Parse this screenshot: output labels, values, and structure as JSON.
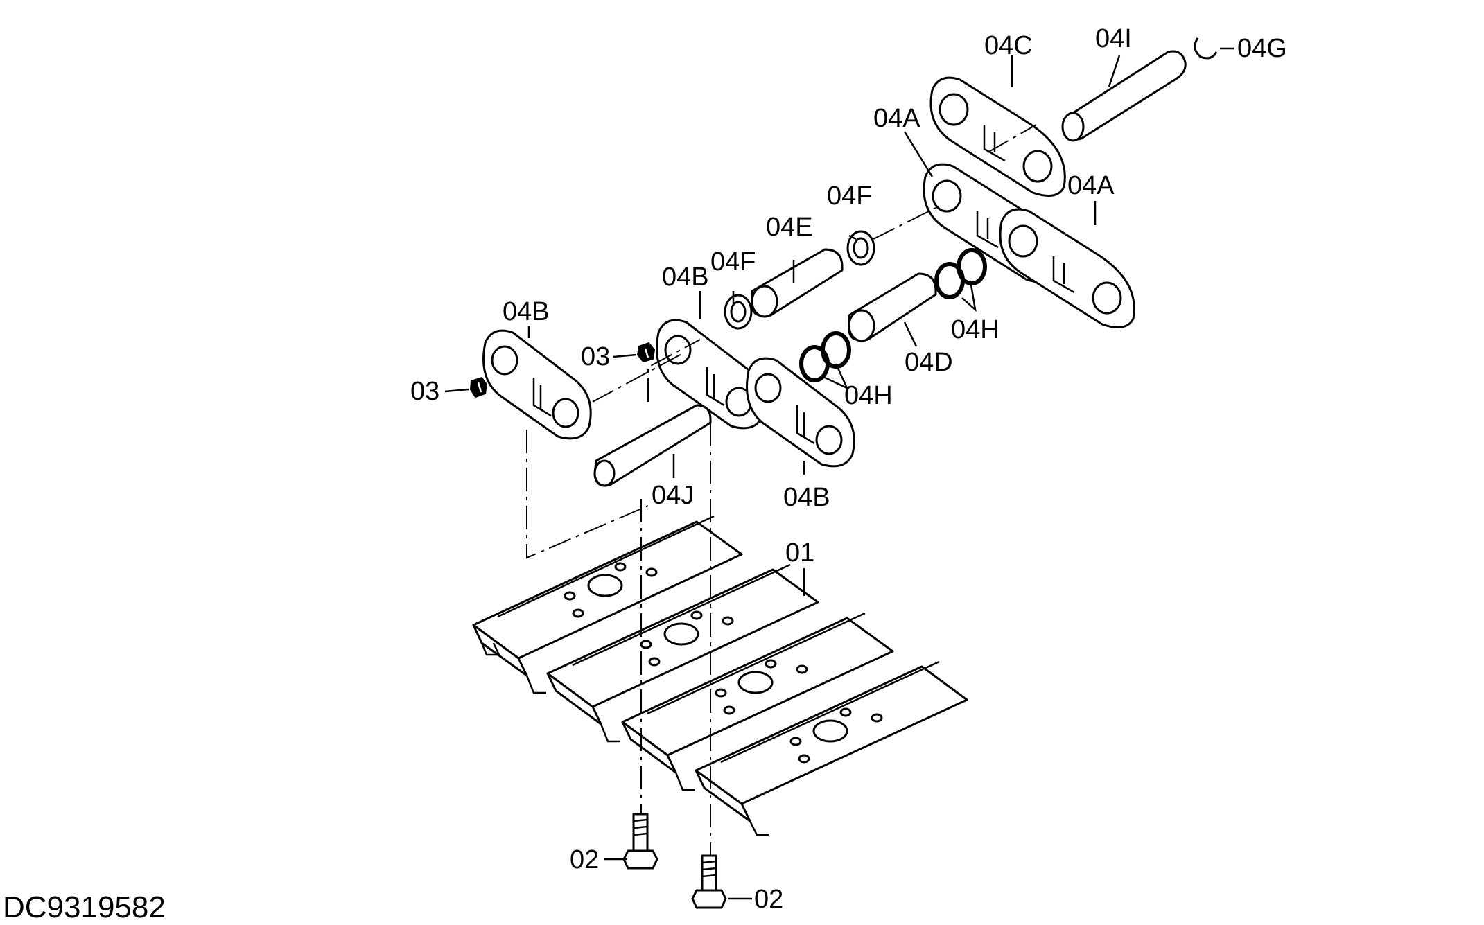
{
  "drawing_id": "DC9319582",
  "callouts": {
    "c01": "01",
    "c02a": "02",
    "c02b": "02",
    "c03a": "03",
    "c03b": "03",
    "c04a1": "04A",
    "c04a2": "04A",
    "c04b1": "04B",
    "c04b2": "04B",
    "c04b3": "04B",
    "c04c": "04C",
    "c04d": "04D",
    "c04e": "04E",
    "c04f1": "04F",
    "c04f2": "04F",
    "c04g": "04G",
    "c04h1": "04H",
    "c04h2": "04H",
    "c04i": "04I",
    "c04j": "04J"
  }
}
